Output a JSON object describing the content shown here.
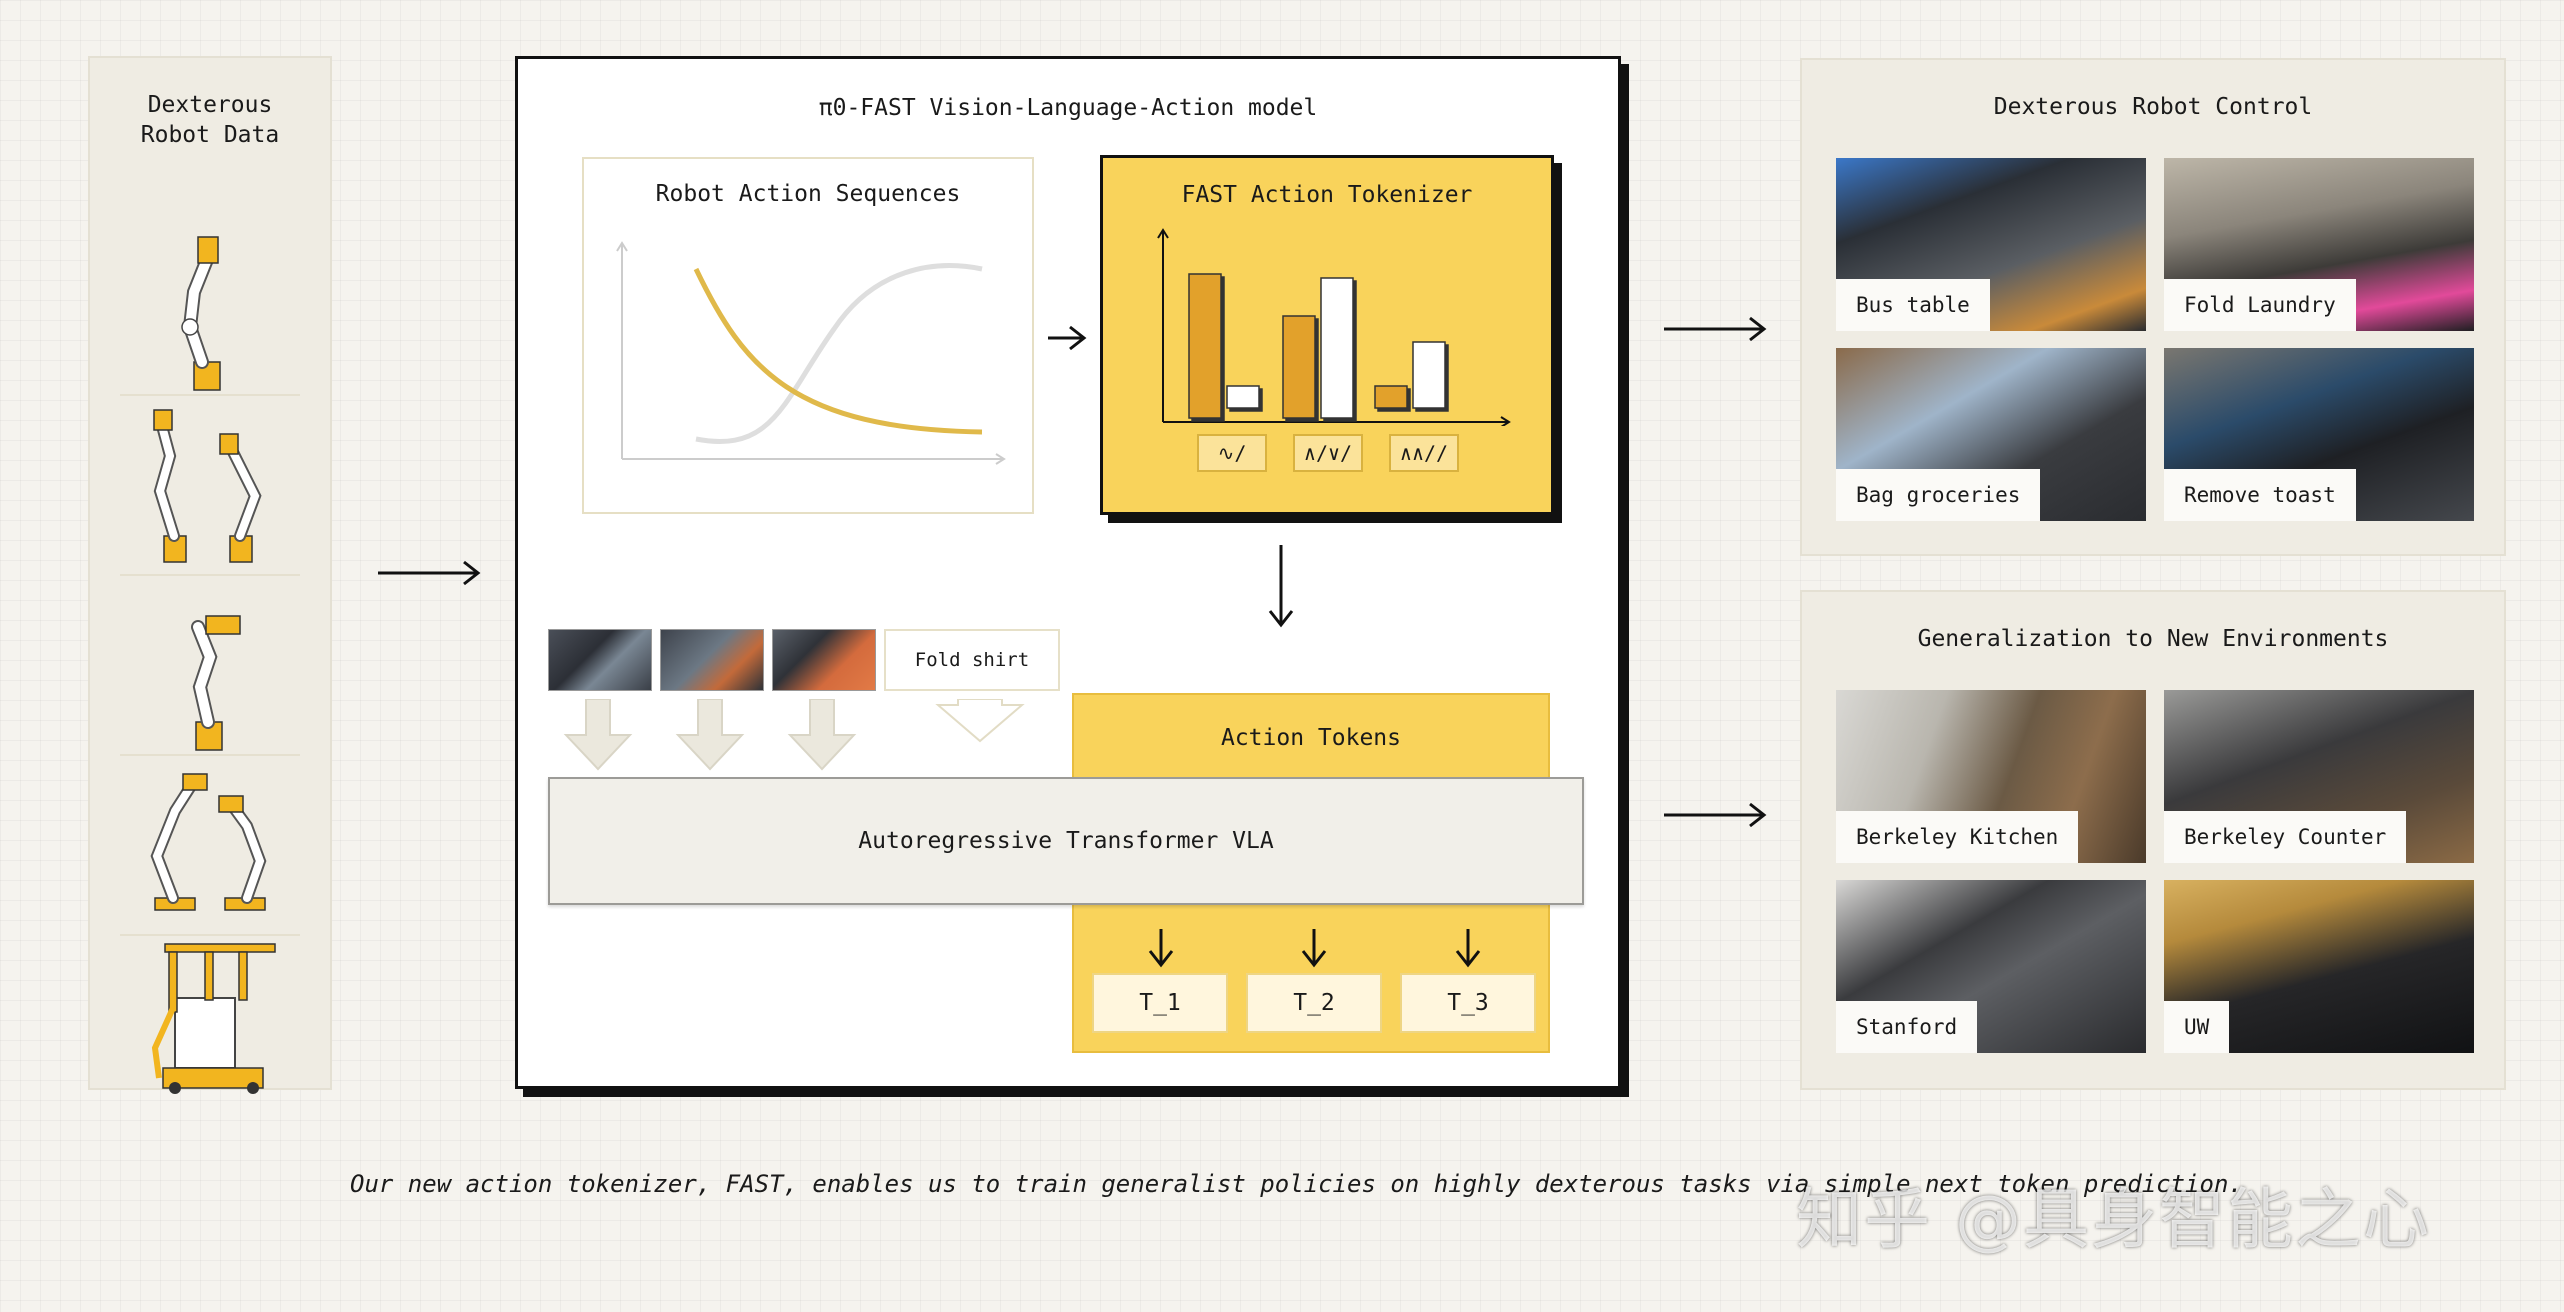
{
  "left_panel": {
    "title": "Dexterous\nRobot Data",
    "robots": [
      "single-arm-robot",
      "bimanual-arm-robot",
      "single-arm-gripper-robot",
      "bimanual-arm-robot-2",
      "mobile-bimanual-robot"
    ]
  },
  "model": {
    "title": "π0-FAST Vision-Language-Action model",
    "sequences_title": "Robot Action Sequences",
    "tokenizer_title": "FAST Action Tokenizer",
    "tokenizer_chips": [
      "∿∕",
      "∧∕∨∕",
      "∧∧∕∕"
    ],
    "prompt_label": "Fold shirt",
    "action_tokens_label": "Action Tokens",
    "transformer_label": "Autoregressive Transformer VLA",
    "tokens": [
      "T_1",
      "T_2",
      "T_3"
    ]
  },
  "control_panel": {
    "title": "Dexterous Robot Control",
    "tasks": [
      "Bus table",
      "Fold Laundry",
      "Bag groceries",
      "Remove toast"
    ]
  },
  "generalization_panel": {
    "title": "Generalization to New Environments",
    "environments": [
      "Berkeley Kitchen",
      "Berkeley Counter",
      "Stanford",
      "UW"
    ]
  },
  "caption": "Our new action tokenizer, FAST, enables us to train generalist policies on highly dexterous tasks via simple next token prediction.",
  "watermark": "知乎 @具身智能之心",
  "colors": {
    "accent_yellow": "#f9d35b",
    "dark_gold": "#e2a12b",
    "panel_beige": "#efece3"
  }
}
